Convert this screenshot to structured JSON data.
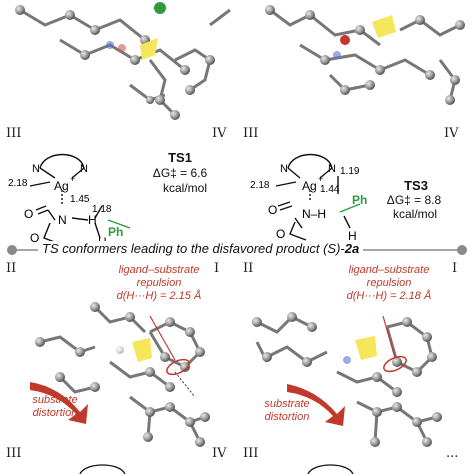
{
  "top": {
    "left_quadrants": {
      "bottom_left": "III",
      "bottom_right": "IV"
    },
    "right_quadrants": {
      "bottom_left": "III",
      "bottom_right": "IV"
    }
  },
  "ts1": {
    "name": "TS1",
    "dg": "ΔG‡ = 6.6",
    "unit": "kcal/mol",
    "d1": "2.18",
    "d2": "1.45",
    "d3": "1.18",
    "ag": "Ag",
    "ag_charge": "+",
    "n": "N",
    "nh": "N",
    "h": "H",
    "o": "O",
    "ph": "Ph"
  },
  "ts3": {
    "name": "TS3",
    "dg": "ΔG‡ = 8.8",
    "unit": "kcal/mol",
    "d1": "2.18",
    "d2": "1.44",
    "d3": "1.19",
    "ag": "Ag",
    "ag_charge": "+",
    "n": "N",
    "nh": "N–H",
    "h": "H",
    "o": "O",
    "ph": "Ph"
  },
  "banner": {
    "text_before": "TS conformers leading to the disfavored product (S)-",
    "text_bold": "2a"
  },
  "bottom": {
    "left": {
      "top_left": "II",
      "top_right": "I",
      "bottom_left": "III",
      "bottom_right": "IV",
      "repulsion_line1": "ligand–substrate",
      "repulsion_line2": "repulsion",
      "distance": "d(H···H) = 2.15 Å",
      "distortion_line1": "substrate",
      "distortion_line2": "distortion"
    },
    "right": {
      "top_left": "II",
      "top_right": "I",
      "bottom_left": "III",
      "bottom_right": "...",
      "repulsion_line1": "ligand–substrate",
      "repulsion_line2": "repulsion",
      "distance": "d(H···H) = 2.18 Å",
      "distortion_line1": "substrate",
      "distortion_line2": "distortion"
    }
  },
  "colors": {
    "accent_red": "#c0392b",
    "yellow": "#f5e65a",
    "green": "#2e9b3c",
    "ball": "#8e8e8e",
    "banner_dot": "#8a8a8a"
  }
}
